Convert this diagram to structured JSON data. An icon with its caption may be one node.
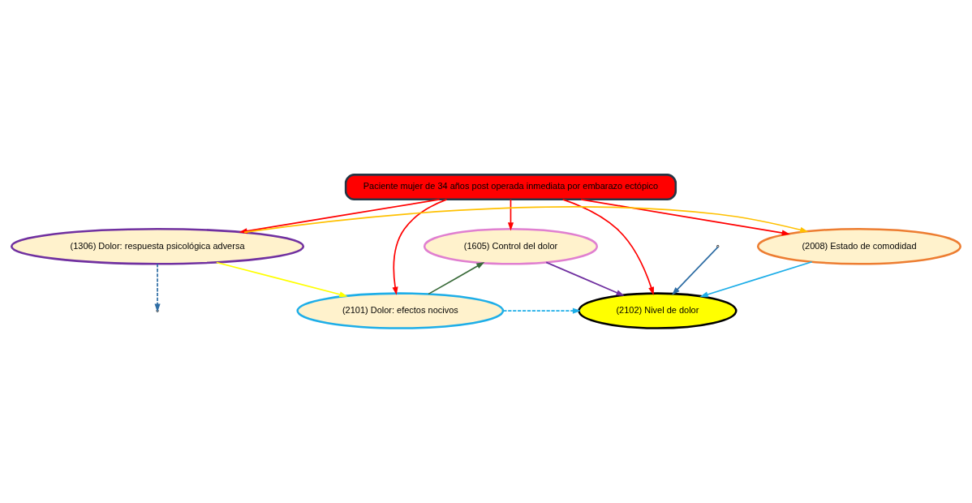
{
  "diagram": {
    "nodes": [
      {
        "text": [
          "(1605) Control del dolor"
        ]
      },
      {
        "text": [
          "(2102) Nivel de dolor"
        ]
      },
      {
        "text": [
          "(2101) Dolor: efectos nocivos"
        ]
      },
      {
        "text": [
          "Paciente mujer de 34 años post operada inmediata por embarazo ectópico"
        ]
      },
      {
        "text": [
          "(2008) Estado de comodidad"
        ]
      },
      {
        "text": [
          "(1306) Dolor: respuesta psicológica adversa"
        ]
      }
    ],
    "edges": [
      {
        "from": 0,
        "to": 1,
        "arrow": "to",
        "color": "#7030a0"
      },
      {
        "from": 2,
        "to": 0,
        "arrow": "to",
        "color": "#3a6b3a"
      },
      {
        "from": 2,
        "to": 1,
        "arrow": "to",
        "style": "dashed",
        "color": "#1eaee8"
      },
      {
        "from": 3,
        "to": 1,
        "arrow": "to"
      },
      {
        "from": 3,
        "to": 0,
        "arrow": "to"
      },
      {
        "from": 3,
        "to": 2,
        "arrow": "to"
      },
      {
        "from": 3,
        "to": 4,
        "arrow": "to"
      },
      {
        "from": 3,
        "to": 5,
        "arrow": "to"
      },
      {
        "from": 4,
        "to": 1,
        "arrow": "to",
        "color": "#1eaee8"
      },
      {
        "from": 5,
        "to": null,
        "arrow": "to",
        "style": "dashed",
        "color": "#2e6da4"
      },
      {
        "from": null,
        "to": 1,
        "arrow": "to",
        "color": "#2e6da4"
      },
      {
        "from": 5,
        "to": 4,
        "arrow": "to",
        "color": "#ffc000"
      },
      {
        "from": 5,
        "to": 2,
        "arrow": "to",
        "color": "#ffff00"
      }
    ]
  }
}
